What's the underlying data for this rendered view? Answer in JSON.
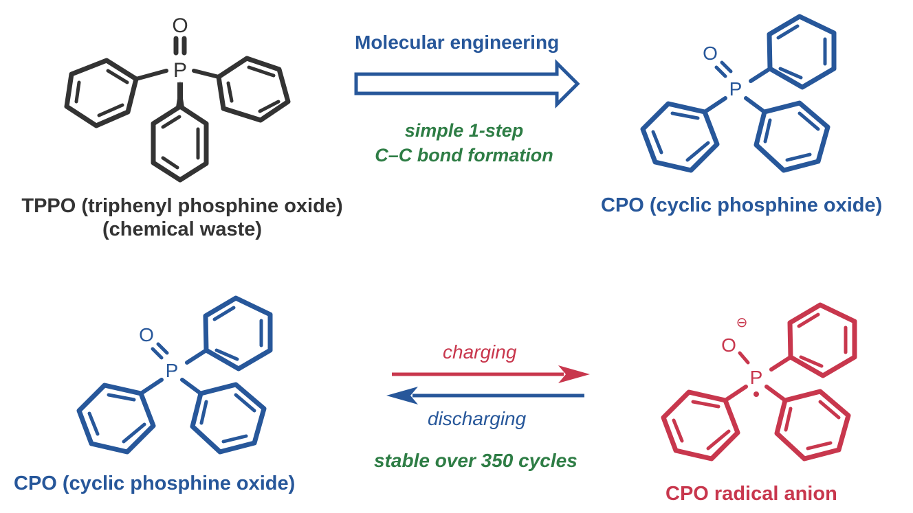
{
  "colors": {
    "black": "#333333",
    "blue": "#27579a",
    "red": "#c8374d",
    "green": "#2e7d45"
  },
  "top": {
    "reactant": {
      "name_line1": "TPPO (triphenyl phosphine oxide)",
      "name_line2": "(chemical waste)",
      "atom_P": "P",
      "atom_O": "O"
    },
    "arrow": {
      "title": "Molecular engineering",
      "note_line1": "simple 1-step",
      "note_line2": "C–C bond formation"
    },
    "product": {
      "name": "CPO (cyclic phosphine oxide)",
      "atom_P": "P",
      "atom_O": "O"
    }
  },
  "bottom": {
    "left": {
      "name": "CPO (cyclic phosphine oxide)",
      "atom_P": "P",
      "atom_O": "O"
    },
    "arrows": {
      "forward_label": "charging",
      "reverse_label": "discharging",
      "note": "stable over 350 cycles"
    },
    "right": {
      "name": "CPO radical anion",
      "atom_P": "P",
      "atom_O": "O",
      "charge": "⊖"
    }
  }
}
